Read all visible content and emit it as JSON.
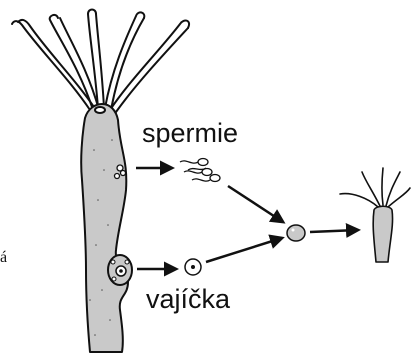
{
  "labels": {
    "sperm": "spermie",
    "eggs": "vajíčka",
    "edge_fragment": "á"
  },
  "colors": {
    "body_fill": "#c9c9c9",
    "outline": "#111111",
    "arrow": "#111111",
    "background": "#ffffff"
  },
  "icons": {
    "adult": "hydra-adult-icon",
    "sperm": "sperm-cells-icon",
    "egg": "egg-cell-icon",
    "zygote": "zygote-icon",
    "young": "young-hydra-icon"
  }
}
